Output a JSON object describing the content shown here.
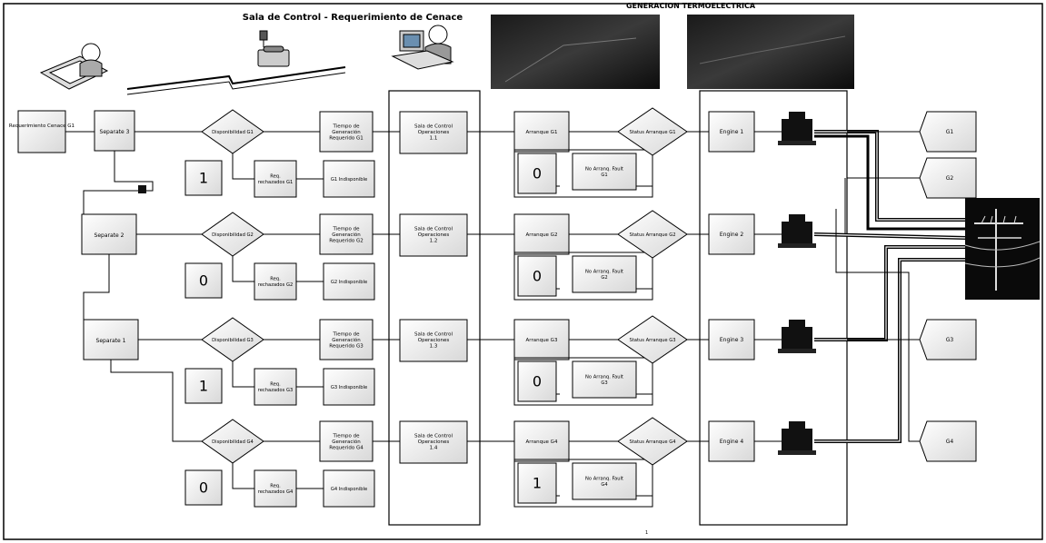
{
  "header": {
    "title": "Sala de Control  - Requerimiento de Cenace",
    "top_right": "GENERACION TERMOELECTRICA"
  },
  "source": "Requerimiento Cenace G1",
  "separators": [
    {
      "label": "Separate 3"
    },
    {
      "label": "Separate 2"
    },
    {
      "label": "Separate 1"
    }
  ],
  "rows": [
    {
      "decision": "Disponibilidad G1",
      "tiempo": [
        "Tiempo de",
        "Generación",
        "Requerido G1"
      ],
      "rechazo": [
        "Req.",
        "rechazados G1"
      ],
      "indisp": "G1 Indisponible",
      "queue": "1",
      "sala": [
        "Sala de Control",
        "Operaciones",
        "1.1"
      ],
      "arranque": "Arranque G1",
      "status": "Status Arranque G1",
      "fault": [
        "No Arranq. Fault",
        "G1"
      ],
      "arr_queue": "0",
      "engine": "Engine 1"
    },
    {
      "decision": "Disponibilidad G2",
      "tiempo": [
        "Tiempo de",
        "Generación",
        "Requerido G2"
      ],
      "rechazo": [
        "Req.",
        "rechazados G2"
      ],
      "indisp": "G2 Indisponible",
      "queue": "0",
      "sala": [
        "Sala de Control",
        "Operaciones",
        "1.2"
      ],
      "arranque": "Arranque G2",
      "status": "Status Arranque G2",
      "fault": [
        "No Arranq. Fault",
        "G2"
      ],
      "arr_queue": "0",
      "engine": "Engine 2"
    },
    {
      "decision": "Disponibilidad G3",
      "tiempo": [
        "Tiempo de",
        "Generación",
        "Requerido G3"
      ],
      "rechazo": [
        "Req.",
        "rechazados G3"
      ],
      "indisp": "G3 Indisponible",
      "queue": "1",
      "sala": [
        "Sala de Control",
        "Operaciones",
        "1.3"
      ],
      "arranque": "Arranque G3",
      "status": "Status Arranque G3",
      "fault": [
        "No Arranq. Fault",
        "G3"
      ],
      "arr_queue": "0",
      "engine": "Engine 3"
    },
    {
      "decision": "Disponibilidad G4",
      "tiempo": [
        "Tiempo de",
        "Generación",
        "Requerido G4"
      ],
      "rechazo": [
        "Req.",
        "rechazados G4"
      ],
      "indisp": "G4 Indisponible",
      "queue": "0",
      "sala": [
        "Sala de Control",
        "Operaciones",
        "1.4"
      ],
      "arranque": "Arranque G4",
      "status": "Status Arranque G4",
      "fault": [
        "No Arranq. Fault",
        "G4"
      ],
      "arr_queue": "1",
      "engine": "Engine 4"
    }
  ],
  "outputs": [
    "G1",
    "G2",
    "G3",
    "G4"
  ],
  "colors": {
    "node_fill": "#f1f1f1",
    "line": "#000000",
    "machine": "#111111"
  }
}
